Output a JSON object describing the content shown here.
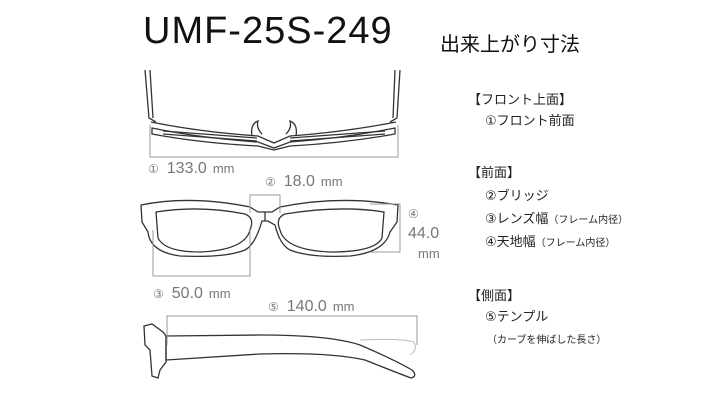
{
  "title": "UMF-25S-249",
  "subtitle": "出来上がり寸法",
  "dimensions": [
    {
      "mark": "①",
      "value": "133.0",
      "unit": "mm"
    },
    {
      "mark": "②",
      "value": "18.0",
      "unit": "mm"
    },
    {
      "mark": "③",
      "value": "50.0",
      "unit": "mm"
    },
    {
      "mark": "④",
      "value": "44.0",
      "unit": "mm"
    },
    {
      "mark": "⑤",
      "value": "140.0",
      "unit": "mm"
    }
  ],
  "legend": {
    "top_header": "【フロント上面】",
    "top_item1": "①フロント前面",
    "front_header": "【前面】",
    "front_item2": "②ブリッジ",
    "front_item3": "③レンズ幅",
    "front_item3_note": "（フレーム内径）",
    "front_item4": "④天地幅",
    "front_item4_note": "（フレーム内径）",
    "side_header": "【側面】",
    "side_item5": "⑤テンプル",
    "side_item5_note": "（カーブを伸ばした長さ）"
  }
}
